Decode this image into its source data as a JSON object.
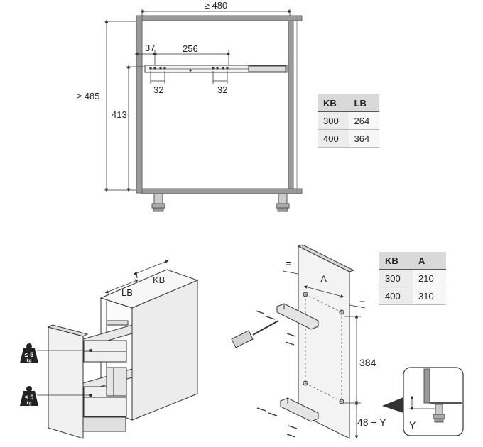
{
  "top": {
    "width_min": "≥ 480",
    "height_min": "≥ 485",
    "height_rail": "413",
    "offset": "37",
    "spacing": "256",
    "hole_left": "32",
    "hole_right": "32"
  },
  "table_kb_lb": {
    "headers": [
      "KB",
      "LB"
    ],
    "rows": [
      [
        "300",
        "264"
      ],
      [
        "400",
        "364"
      ]
    ]
  },
  "bottom_left": {
    "label_kb": "KB",
    "label_lb": "LB",
    "weight_upper": {
      "sym": "≤ 5",
      "unit": "kg"
    },
    "weight_lower": {
      "sym": "≤ 5",
      "unit": "kg"
    }
  },
  "bottom_right": {
    "label_a": "A",
    "eq_left": "=",
    "eq_right": "=",
    "height": "384",
    "offset": "48 + Y",
    "detail_y": "Y"
  },
  "table_kb_a": {
    "headers": [
      "KB",
      "A"
    ],
    "rows": [
      [
        "300",
        "210"
      ],
      [
        "400",
        "310"
      ]
    ]
  },
  "colors": {
    "frame": "#8a8a8a",
    "line": "#333333",
    "panel": "#f4f4f4",
    "shade": "#e2e2e2"
  }
}
